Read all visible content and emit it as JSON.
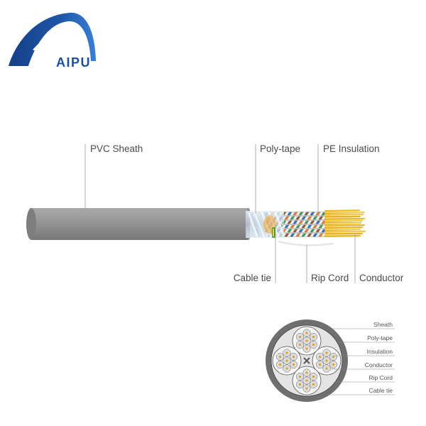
{
  "logo": {
    "text": "AIPU"
  },
  "cable_labels": {
    "pvc_sheath": "PVC Sheath",
    "poly_tape": "Poly-tape",
    "pe_insulation": "PE Insulation",
    "cable_tie": "Cable tie",
    "rip_cord": "Rip Cord",
    "conductor": "Conductor"
  },
  "cross_section_labels": [
    "Sheath",
    "Poly-tape",
    "Insulation",
    "Conductor",
    "Rip Cord",
    "Cable tie"
  ],
  "colors": {
    "brand": "#1d4f9c",
    "sheath": "#8c8c8c",
    "conductor": "#e6b42a",
    "pair_colors": [
      "#2f6fb8",
      "#ffffff",
      "#e07a2e",
      "#ffffff",
      "#3e9b4f",
      "#ffffff",
      "#8a5a32",
      "#ffffff"
    ]
  }
}
